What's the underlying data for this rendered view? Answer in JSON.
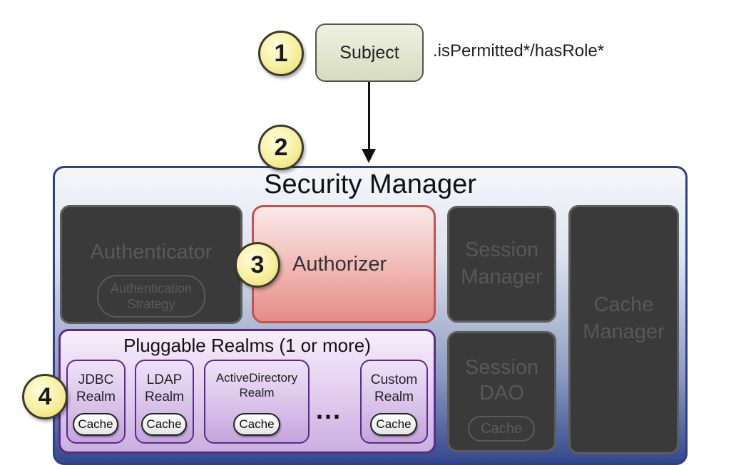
{
  "badges": {
    "one": "1",
    "two": "2",
    "three": "3",
    "four": "4"
  },
  "subject": {
    "label": "Subject",
    "methods": ".isPermitted*/hasRole*"
  },
  "security_manager": {
    "title": "Security Manager",
    "authenticator": {
      "label": "Authenticator",
      "strategy_line1": "Authentication",
      "strategy_line2": "Strategy"
    },
    "authorizer": {
      "label": "Authorizer"
    },
    "session_manager": {
      "line1": "Session",
      "line2": "Manager"
    },
    "session_dao": {
      "line1": "Session",
      "line2": "DAO",
      "cache": "Cache"
    },
    "cache_manager": {
      "line1": "Cache",
      "line2": "Manager"
    },
    "realms": {
      "title": "Pluggable Realms (1 or more)",
      "ellipsis": "...",
      "items": [
        {
          "line1": "JDBC",
          "line2": "Realm",
          "cache": "Cache"
        },
        {
          "line1": "LDAP",
          "line2": "Realm",
          "cache": "Cache"
        },
        {
          "line1": "ActiveDirectory",
          "line2": "Realm",
          "cache": "Cache"
        },
        {
          "line1": "Custom",
          "line2": "Realm",
          "cache": "Cache"
        }
      ]
    }
  },
  "colors": {
    "badge_fill": "#f7ef9e",
    "subject_fill": "#d7dcbf",
    "security_manager_border": "#2f3f8c",
    "authorizer_fill": "#f1bcb8",
    "authorizer_border": "#c5524d",
    "realms_border": "#5b2a8a",
    "dark_box": "#3a3a3a"
  }
}
